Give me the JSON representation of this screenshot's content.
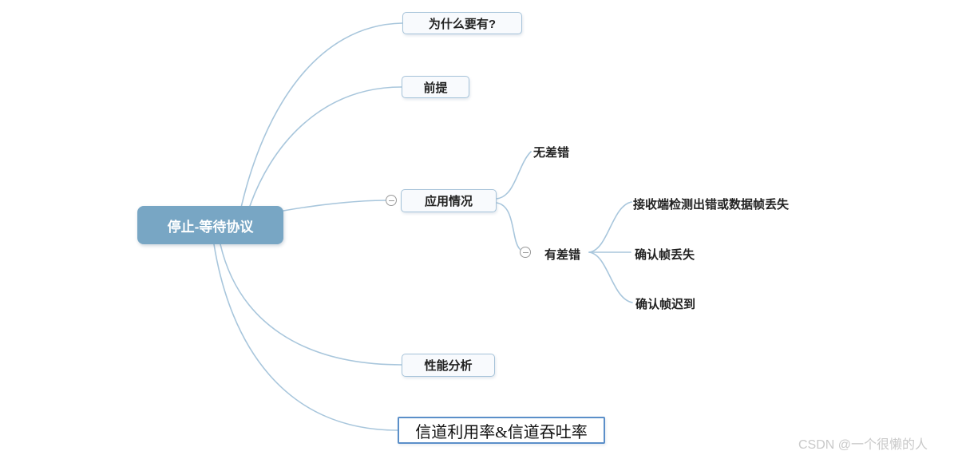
{
  "diagram": {
    "type": "mindmap",
    "root": {
      "label": "停止-等待协议"
    },
    "branches": [
      {
        "id": "why",
        "label": "为什么要有?"
      },
      {
        "id": "premise",
        "label": "前提"
      },
      {
        "id": "application",
        "label": "应用情况",
        "collapsed": false,
        "children": [
          {
            "id": "no-error",
            "label": "无差错"
          },
          {
            "id": "has-error",
            "label": "有差错",
            "collapsed": false,
            "children": [
              {
                "id": "receiver-error",
                "label": "接收端检测出错或数据帧丢失"
              },
              {
                "id": "ack-lost",
                "label": "确认帧丢失"
              },
              {
                "id": "ack-delayed",
                "label": "确认帧迟到"
              }
            ]
          }
        ]
      },
      {
        "id": "performance",
        "label": "性能分析"
      },
      {
        "id": "channel",
        "label": "信道利用率&信道吞吐率"
      }
    ]
  },
  "watermark": {
    "text": "CSDN @一个很懒的人"
  },
  "icons": {
    "collapse_toggle": "minus-circle-icon"
  },
  "colors": {
    "connector": "#a8c6dc",
    "root_fill": "#78a6c4",
    "root_text": "#ffffff",
    "box_fill": "#f8fafd",
    "box_border": "#a6c3d9",
    "channel_border": "#5b8fc9",
    "toggle": "#999999",
    "text": "#222222",
    "watermark": "#c9c9c9"
  }
}
